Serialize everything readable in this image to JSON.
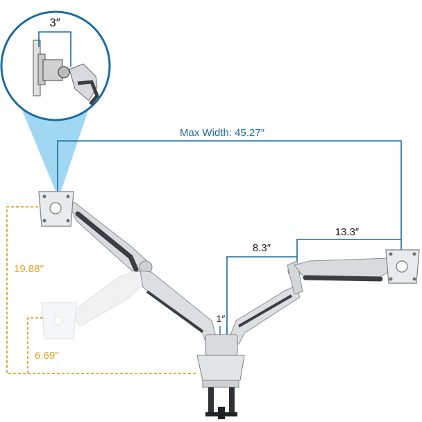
{
  "colors": {
    "blue": "#1a6aa0",
    "light_blue": "#8fd0f0",
    "orange": "#e8a020",
    "arm_silver": "#d8dadd",
    "arm_dark": "#3a3d42",
    "vesa_plate": "#e9eaec"
  },
  "labels": {
    "inset_offset": "3″",
    "max_width": "Max Width: 45.27″",
    "arm_length_right": "13.3″",
    "arm_offset_right": "8.3″",
    "pole_gap": "1″",
    "height_range": "19.88″",
    "lower_offset": "6.69″"
  },
  "icons": {
    "inset": "zoom-detail-circle-icon",
    "vesa": "vesa-plate-icon",
    "clamp": "desk-clamp-icon"
  }
}
